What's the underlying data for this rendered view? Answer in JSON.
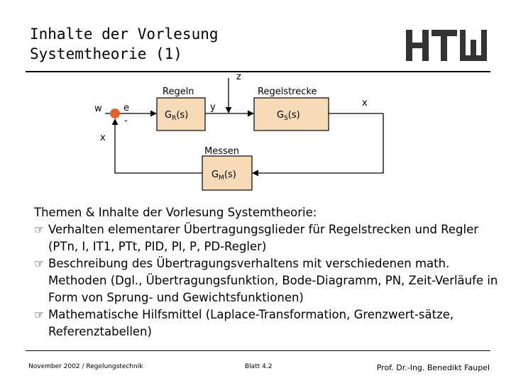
{
  "title": {
    "line1": "Inhalte der Vorlesung",
    "line2": "Systemtheorie (1)"
  },
  "logo": {
    "name": "htw-logo",
    "text": "HTW"
  },
  "diagram": {
    "w": "w",
    "e": "e",
    "minus": "-",
    "x_feedback": "x",
    "regeln": "Regeln",
    "gr_base": "G",
    "gr_sub": "R",
    "gr_arg": "(s)",
    "y": "y",
    "z": "z",
    "regelstrecke": "Regelstrecke",
    "gs_base": "G",
    "gs_sub": "S",
    "gs_arg": "(s)",
    "x_out": "x",
    "messen": "Messen",
    "gm_base": "G",
    "gm_sub": "M",
    "gm_arg": "(s)",
    "block_color": "#f7dbb9"
  },
  "body": {
    "heading": "Themen & Inhalte der Vorlesung Systemtheorie:",
    "bullet_icon": "pointing-hand-icon",
    "bullet_glyph": "☞",
    "bullets": [
      "Verhalten elementarer Übertragungsglieder für Regelstrecken und Regler (PTn, I, IT1, PTt, PID, PI, P, PD-Regler)",
      "Beschreibung des Übertragungsverhaltens mit verschiedenen math. Methoden (Dgl., Übertragungsfunktion, Bode-Diagramm, PN, Zeit-Verläufe in Form von Sprung- und Gewichtsfunktionen)",
      "Mathematische Hilfsmittel (Laplace-Transformation, Grenzwert-sätze, Referenztabellen)"
    ]
  },
  "footer": {
    "left": "November 2002 / Regelungstechnik",
    "center": "Blatt 4.2",
    "right": "Prof. Dr.-Ing. Benedikt Faupel"
  }
}
